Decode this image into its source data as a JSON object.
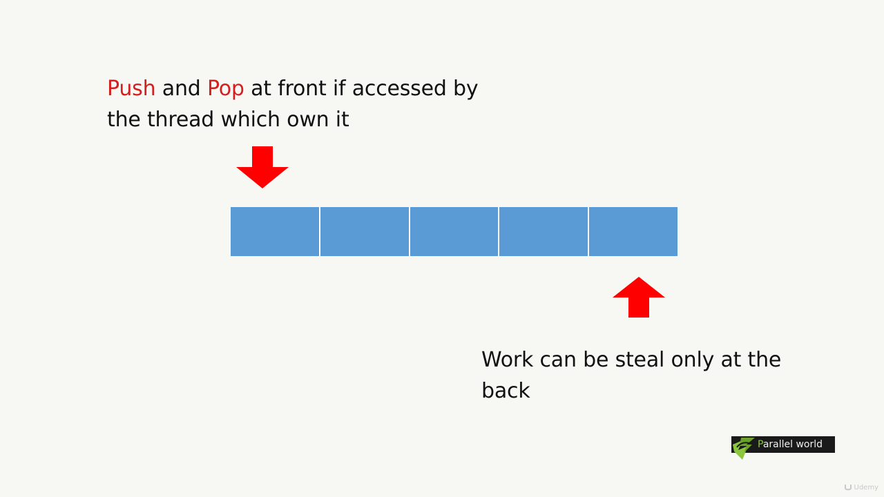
{
  "top_text": {
    "word1": "Push",
    "part1": " and ",
    "word2": "Pop",
    "part2": " at front if accessed by the thread which own it"
  },
  "bottom_text": "Work can be steal only at the back",
  "deque": {
    "cells": [
      "",
      "",
      "",
      "",
      ""
    ]
  },
  "logo": {
    "first_letter": "P",
    "rest": "arallel world"
  },
  "watermark": "Udemy",
  "colors": {
    "cell_fill": "#5b9bd5",
    "arrow": "#ff0000",
    "highlight_text": "#d41f1f",
    "background": "#f7f8f4"
  },
  "icons": {
    "front_arrow": "arrow-down-icon",
    "back_arrow": "arrow-up-icon",
    "logo_mark": "parallel-world-logo-icon"
  }
}
